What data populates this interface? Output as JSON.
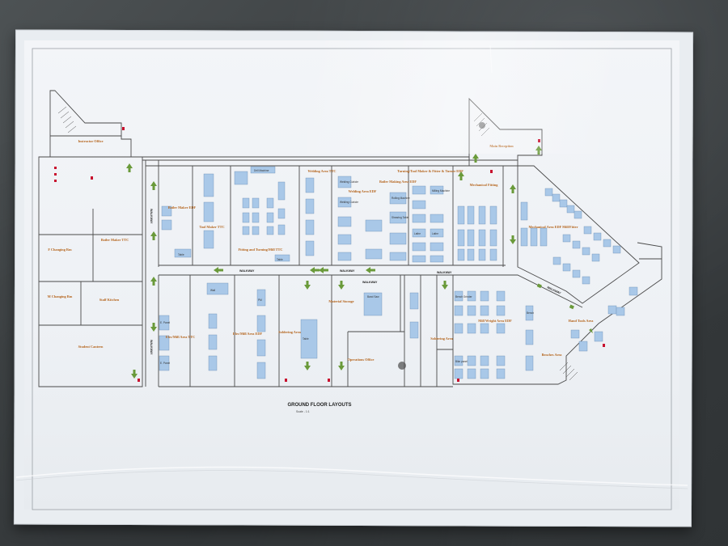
{
  "plan": {
    "title": "GROUND FLOOR LAYOUTS",
    "scale": "Scale - 1:1",
    "walkway_label": "WALKWAY",
    "areas": {
      "instructor_office": "Instructor Office",
      "main_reception": "Main Reception",
      "f_changing": "F Changing Rm",
      "m_changing": "M Changing Rm",
      "boiler_maker_ttc": "Boiler Maker TTC",
      "staff_kitchen": "Staff Kitchen",
      "student_canteen": "Student Canteen",
      "boiler_maker_edf": "Boiler Maker EDF",
      "tool_maker_ttc": "Tool Maker TTC",
      "fitting_turning": "Fitting and Turning/Mill TTC",
      "welding_ttc": "Welding Area TTC",
      "welding_edf": "Welding Area EDF",
      "boiler_making_edf": "Boiler Making Area EDF",
      "turning_tool": "Turning/Tool Maker & Fitter & Turner EDF",
      "mechanical_fitting": "Mechanical Fitting",
      "mechanical_area": "Mechanical Area EDF Mill/Fitter",
      "elec_mill_ttc": "Elec/Mill Area TTC",
      "elec_mill_edf": "Elec/Mill Area EDF",
      "soldering_1": "Soldering Area",
      "material_storage": "Material Storage",
      "operations_office": "Operations Office",
      "soldering_2": "Soldering Area",
      "mill_wright": "Mill Wright Area EDF",
      "hand_tools": "Hand Tools Area",
      "benches": "Benches Area"
    },
    "equipment": {
      "table": "Table",
      "milling": "Milling Machine",
      "lathe": "Lathe",
      "welding": "Welding Cubicle",
      "bench": "Bench",
      "drill": "Drill Machine",
      "shearing": "Shearing Table",
      "rolling": "Rolling Machine",
      "saw": "Band Saw",
      "e_panel": "E. Panel",
      "pm": "PM",
      "bench_grinder": "Bench Grinder",
      "bike_panel": "Bike panel",
      "wall": "Wall"
    }
  }
}
